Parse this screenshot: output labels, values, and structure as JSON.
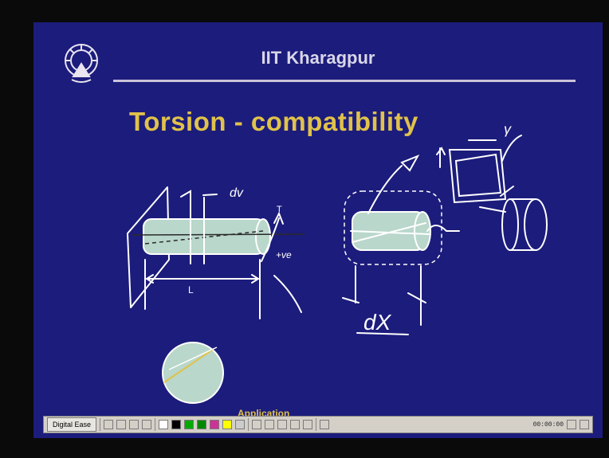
{
  "header": {
    "title": "IIT Kharagpur"
  },
  "slide": {
    "title": "Torsion - compatibility"
  },
  "annotations": {
    "dv": "dv",
    "torque": "T",
    "positive_direction": "+ve",
    "length": "L",
    "dx": "dX",
    "shear_strain": "γ"
  },
  "footer": {
    "label": "Application"
  },
  "toolbar": {
    "start_label": "Digital Ease",
    "time": "00:00:00",
    "swatch_colors": [
      "#ffffff",
      "#000000",
      "#00aa00",
      "#008800",
      "#cc3399",
      "#ffff00",
      "#cccccc"
    ]
  }
}
